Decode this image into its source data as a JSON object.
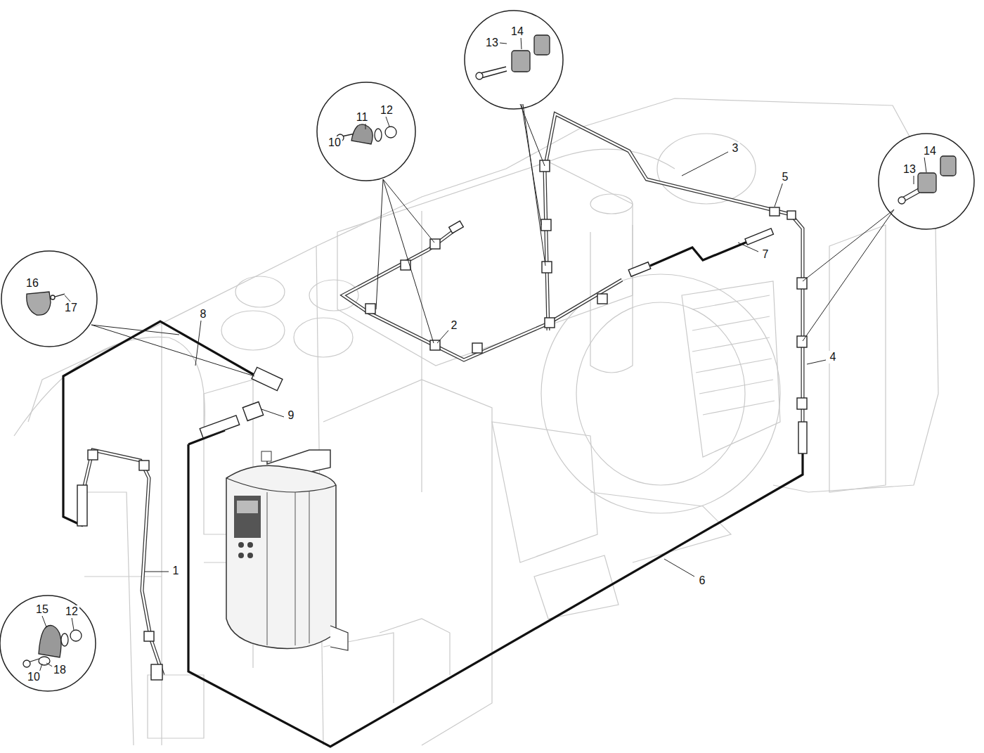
{
  "diagram": {
    "labels": [
      "14",
      "13",
      "11",
      "12",
      "10",
      "3",
      "5",
      "14",
      "13",
      "7",
      "16",
      "17",
      "8",
      "2",
      "4",
      "9",
      "1",
      "6",
      "15",
      "12",
      "10",
      "18"
    ]
  }
}
